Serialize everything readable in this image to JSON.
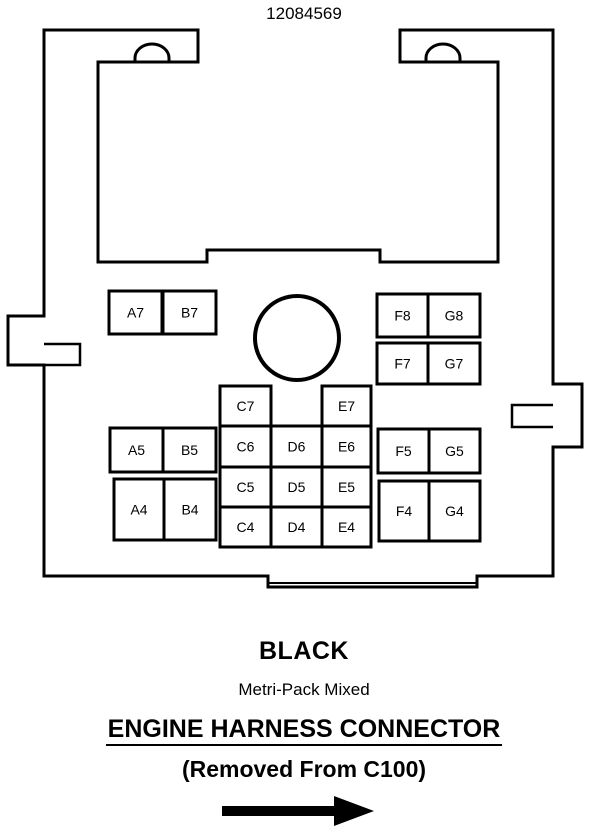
{
  "part_number": "12084569",
  "pins": [
    {
      "id": "a7",
      "label": "A7"
    },
    {
      "id": "b7",
      "label": "B7"
    },
    {
      "id": "f8",
      "label": "F8"
    },
    {
      "id": "g8",
      "label": "G8"
    },
    {
      "id": "f7",
      "label": "F7"
    },
    {
      "id": "g7",
      "label": "G7"
    },
    {
      "id": "c7",
      "label": "C7"
    },
    {
      "id": "e7",
      "label": "E7"
    },
    {
      "id": "a5",
      "label": "A5"
    },
    {
      "id": "b5",
      "label": "B5"
    },
    {
      "id": "c6",
      "label": "C6"
    },
    {
      "id": "d6",
      "label": "D6"
    },
    {
      "id": "e6",
      "label": "E6"
    },
    {
      "id": "f5",
      "label": "F5"
    },
    {
      "id": "g5",
      "label": "G5"
    },
    {
      "id": "a4",
      "label": "A4"
    },
    {
      "id": "b4",
      "label": "B4"
    },
    {
      "id": "c5",
      "label": "C5"
    },
    {
      "id": "d5",
      "label": "D5"
    },
    {
      "id": "e5",
      "label": "E5"
    },
    {
      "id": "c4",
      "label": "C4"
    },
    {
      "id": "d4",
      "label": "D4"
    },
    {
      "id": "e4",
      "label": "E4"
    },
    {
      "id": "f4",
      "label": "F4"
    },
    {
      "id": "g4",
      "label": "G4"
    }
  ],
  "caption": {
    "color": "BLACK",
    "type": "Metri-Pack Mixed",
    "name": "ENGINE HARNESS CONNECTOR",
    "note": "(Removed From C100)"
  },
  "arrow_icon": "right-arrow-icon"
}
